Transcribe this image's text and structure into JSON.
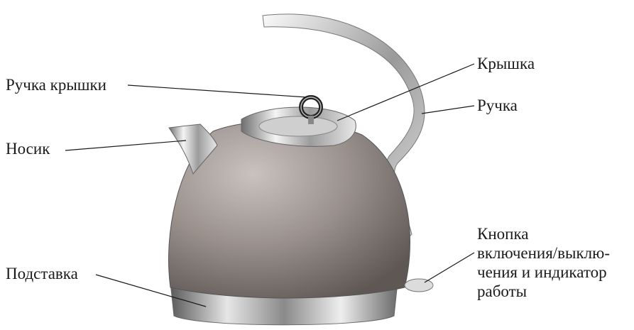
{
  "labels": {
    "lid_handle": "Ручка крышки",
    "lid": "Крышка",
    "handle": "Ручка",
    "spout": "Носик",
    "base": "Подставка",
    "button_lines": [
      "Кнопка",
      "включения/выклю-",
      "чения и индикатор",
      "работы"
    ]
  },
  "colors": {
    "body": "#9a918d",
    "chrome": "#d9d9d9",
    "leader": "#1a1a1a"
  }
}
